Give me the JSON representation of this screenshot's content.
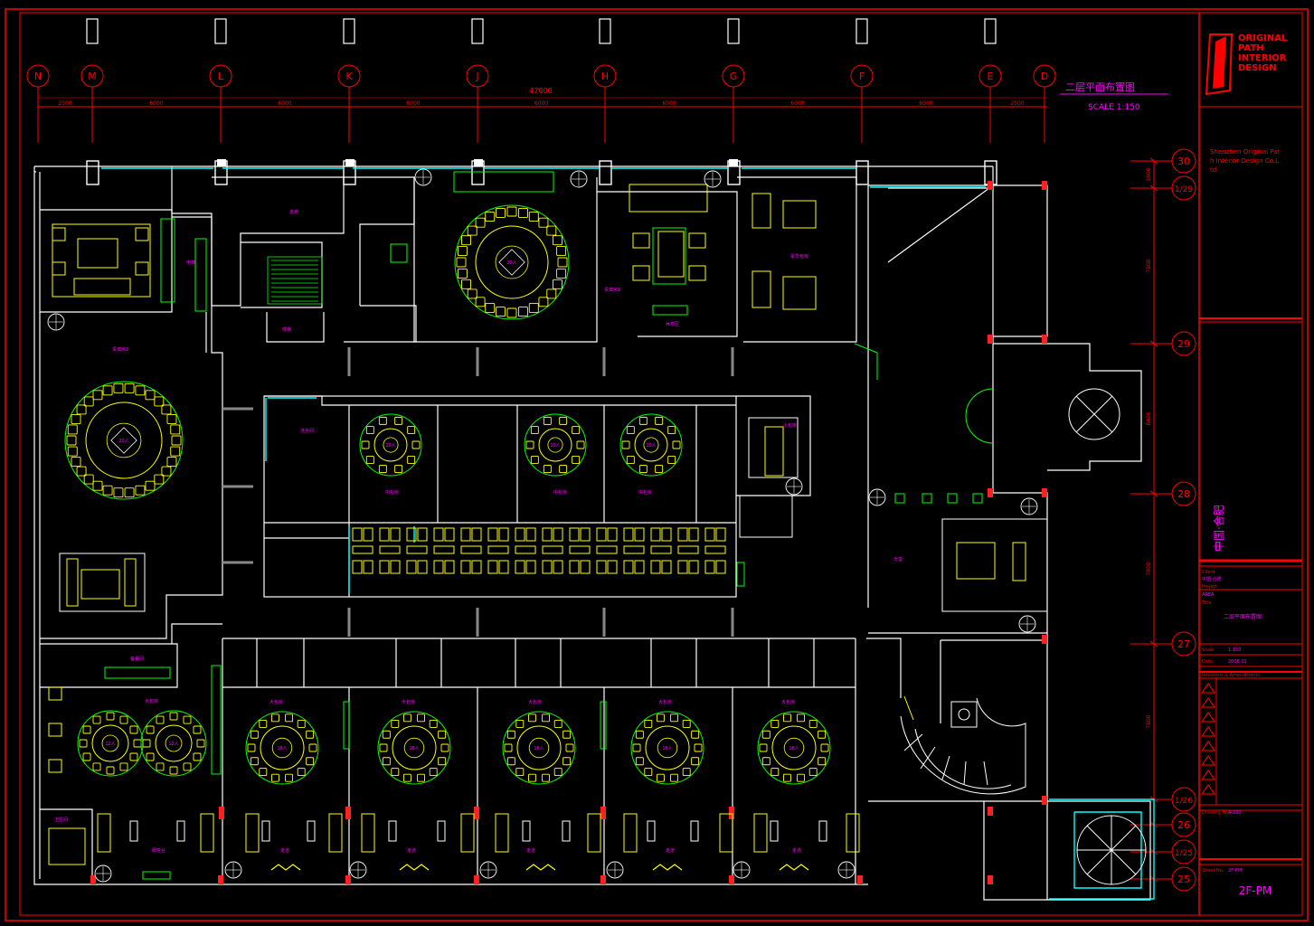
{
  "drawing": {
    "title": "二层平面布置图",
    "scale": "SCALE 1:150",
    "total_dimension": "47000",
    "drawing_no": "2F-PM"
  },
  "grid_columns": [
    {
      "label": "N"
    },
    {
      "label": "M"
    },
    {
      "label": "L"
    },
    {
      "label": "K"
    },
    {
      "label": "J"
    },
    {
      "label": "H"
    },
    {
      "label": "G"
    },
    {
      "label": "F"
    },
    {
      "label": "E"
    },
    {
      "label": "D"
    }
  ],
  "column_spacings": [
    "2500",
    "6000",
    "6000",
    "6000",
    "6000",
    "6000",
    "6000",
    "6000",
    "2500"
  ],
  "grid_rows": [
    {
      "label": "30"
    },
    {
      "label": "1/29"
    },
    {
      "label": "29"
    },
    {
      "label": "28"
    },
    {
      "label": "27"
    },
    {
      "label": "1/26"
    },
    {
      "label": "26"
    },
    {
      "label": "1/25"
    },
    {
      "label": "25"
    }
  ],
  "row_spacings": [
    "1800",
    "7800",
    "8400",
    "7800",
    "7800"
  ],
  "title_block": {
    "logo_lines": [
      "ORIGINAL",
      "PATH",
      "INTERIOR",
      "DESIGN"
    ],
    "company_lines": [
      "Shenzhen Original Pat",
      "h Interior Design Co.L",
      "td"
    ],
    "project": "中国·合肥",
    "sheet_name": "二层平面布置图",
    "field_labels": [
      "Client",
      "Project",
      "Title"
    ],
    "field_values": [
      "中国·合肥",
      "AREA"
    ],
    "scale_label": "Scale",
    "scale_value": "1:150",
    "date_label": "Date",
    "date_value": "2008.01",
    "revision_header": "Revisions & Amendments",
    "drawing_no_label": "Drawing No.",
    "drawing_no_value": "A-203",
    "sheet_no_label": "Sheet No.",
    "sheet_no_value": "2F-PM"
  },
  "room_labels": [
    "走廊",
    "电梯",
    "楼梯",
    "贵宾房2",
    "贵宾房1",
    "豪华包房",
    "大包房",
    "中包房",
    "小包房",
    "洗手间",
    "备餐间",
    "卫生间",
    "服务台",
    "休息区",
    "大堂",
    "走道"
  ],
  "table_labels": [
    "20人",
    "16人",
    "12人",
    "10人",
    "8人"
  ],
  "colors": {
    "background": "#000000",
    "border": "#ff0000",
    "grid": "#ff0000",
    "walls": "#ffffff",
    "furniture": "#ffff00",
    "rugs": "#00ff00",
    "labels": "#ff00ff",
    "glass": "#00ffff",
    "logo": "#ff0000"
  }
}
